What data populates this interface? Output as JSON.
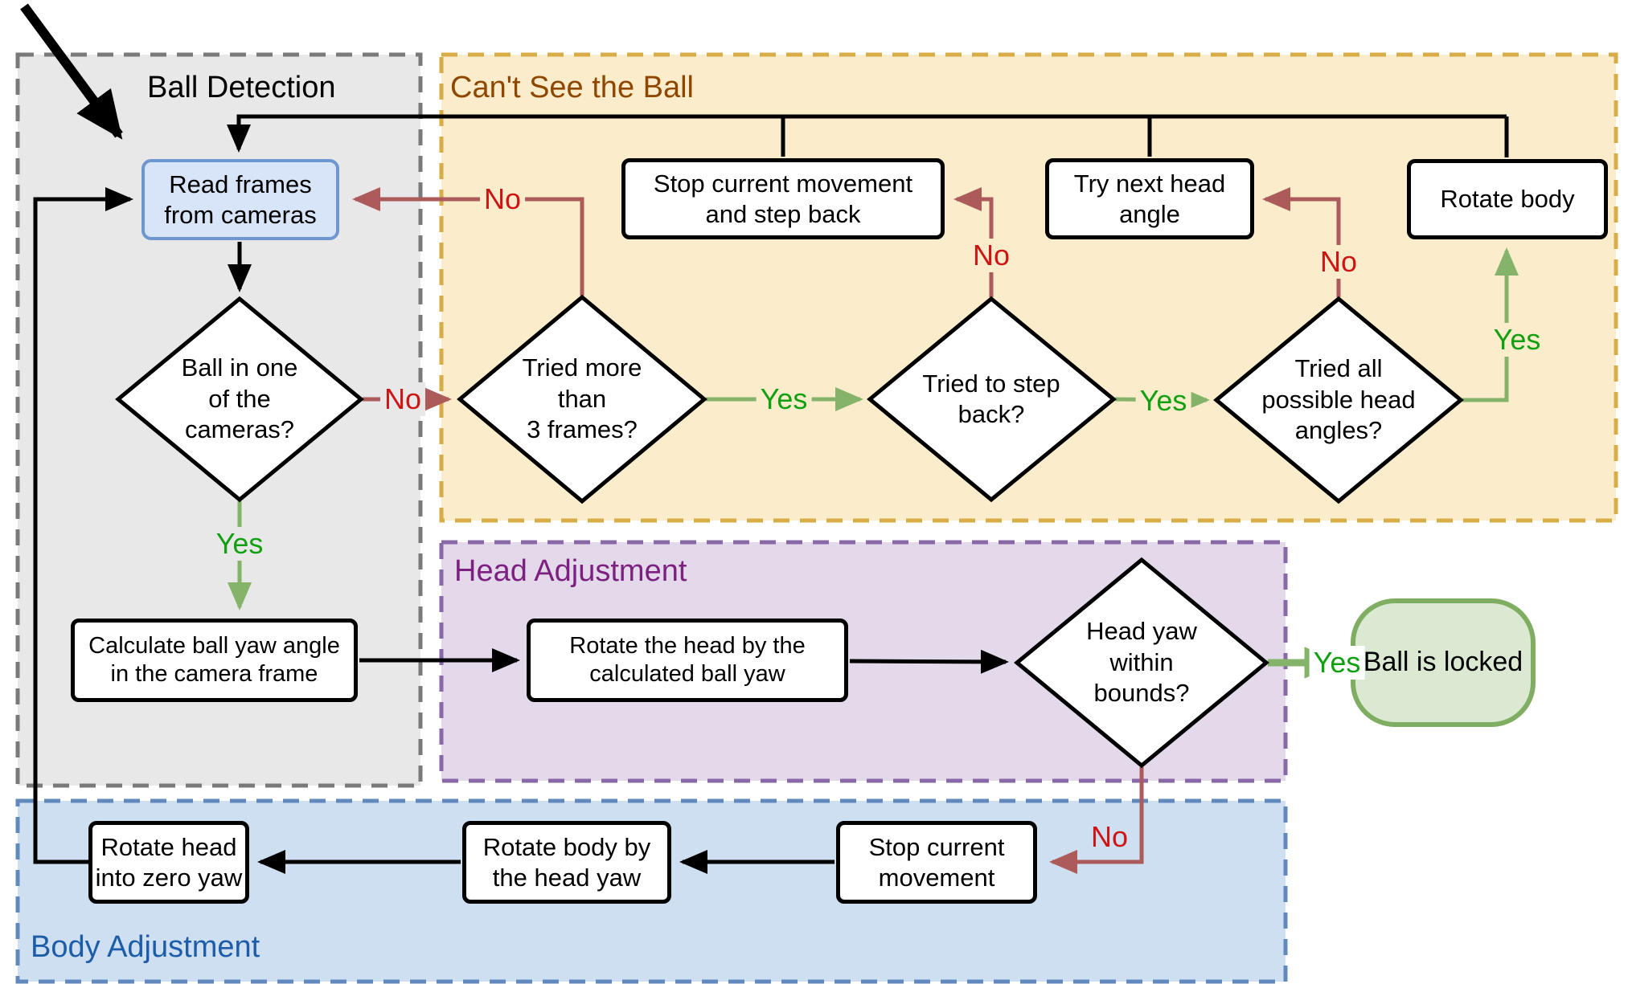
{
  "figure": {
    "type": "flowchart",
    "regions": {
      "ball_detection": {
        "label": "Ball Detection",
        "fill": "#e8e8e8",
        "border": "#7a7a7a",
        "label_color": "#000000"
      },
      "cant_see_ball": {
        "label": "Can't See the Ball",
        "fill": "#fbedcb",
        "border": "#d8ac47",
        "label_color": "#8f4700"
      },
      "head_adjustment": {
        "label": "Head Adjustment",
        "fill": "#e4d9ea",
        "border": "#8968a8",
        "label_color": "#7d2181"
      },
      "body_adjustment": {
        "label": "Body Adjustment",
        "fill": "#cfdff2",
        "border": "#6189bd",
        "label_color": "#1d5da8"
      }
    },
    "nodes": {
      "read_frames": {
        "lines": [
          "Read frames",
          "from cameras"
        ]
      },
      "ball_in_cameras": {
        "lines": [
          "Ball in one",
          "of the",
          "cameras?"
        ]
      },
      "calc_ball_yaw": {
        "lines": [
          "Calculate ball yaw angle",
          "in the camera frame"
        ]
      },
      "tried_frames": {
        "lines": [
          "Tried more",
          "than",
          "3 frames?"
        ]
      },
      "stop_step_back": {
        "lines": [
          "Stop current movement",
          "and step back"
        ]
      },
      "tried_step_back": {
        "lines": [
          "Tried to step",
          "back?"
        ]
      },
      "try_next_head": {
        "lines": [
          "Try next head",
          "angle"
        ]
      },
      "tried_all_angles": {
        "lines": [
          "Tried all",
          "possible head",
          "angles?"
        ]
      },
      "rotate_body": {
        "lines": [
          "Rotate body"
        ]
      },
      "rotate_head_by_yaw": {
        "lines": [
          "Rotate the head by the",
          "calculated ball yaw"
        ]
      },
      "head_yaw_bounds": {
        "lines": [
          "Head yaw",
          "within",
          "bounds?"
        ]
      },
      "ball_locked": {
        "lines": [
          "Ball is locked"
        ]
      },
      "stop_current": {
        "lines": [
          "Stop current",
          "movement"
        ]
      },
      "rotate_body_by_head": {
        "lines": [
          "Rotate body by",
          "the head yaw"
        ]
      },
      "rotate_head_zero": {
        "lines": [
          "Rotate head",
          "into zero yaw"
        ]
      }
    },
    "edge_labels": {
      "ball_in_cameras_yes": "Yes",
      "ball_in_cameras_no": "No",
      "tried_frames_no": "No",
      "tried_frames_yes": "Yes",
      "tried_step_no": "No",
      "tried_step_yes": "Yes",
      "tried_all_no": "No",
      "tried_all_yes": "Yes",
      "head_yaw_yes": "Yes",
      "head_yaw_no": "No"
    },
    "colors": {
      "yes_label": "#12a012",
      "no_label": "#cf1414",
      "green_arrow": "#85b369",
      "red_arrow": "#ad5a5a",
      "black_arrow": "#000000",
      "highlight_node_fill": "#d8e5f8",
      "highlight_node_border": "#6f97cf",
      "end_node_fill": "#dbe9d3",
      "end_node_border": "#7fae63"
    }
  }
}
